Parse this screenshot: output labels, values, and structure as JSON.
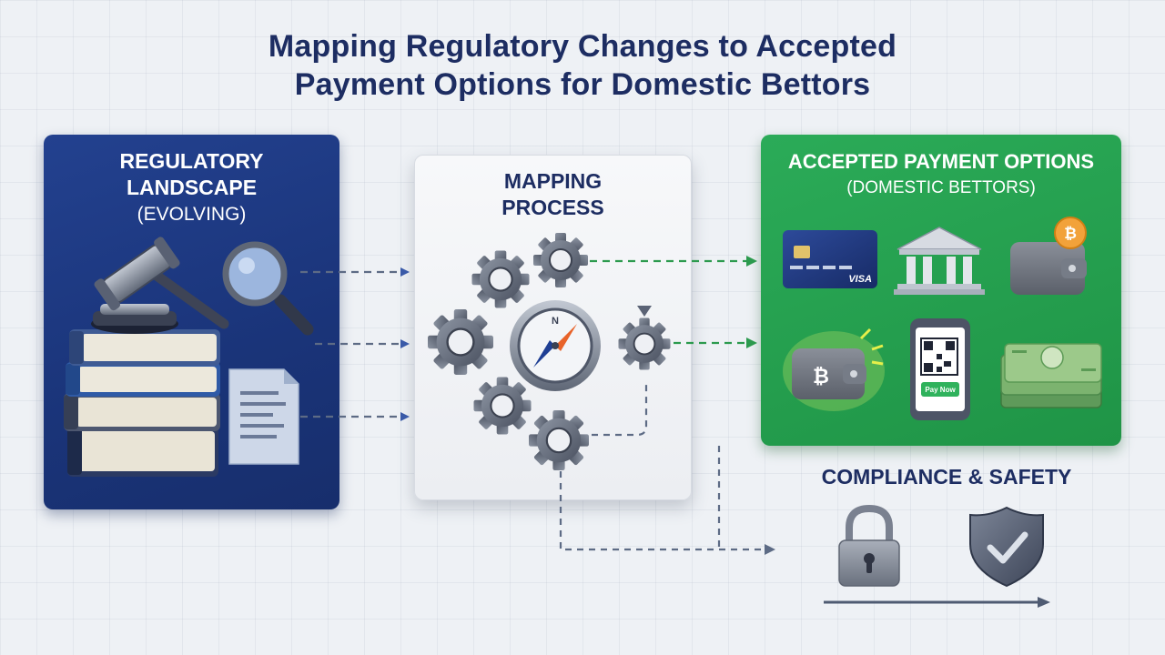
{
  "title": {
    "line1": "Mapping Regulatory Changes to Accepted",
    "line2": "Payment Options for Domestic Bettors"
  },
  "regulatory": {
    "heading_line1": "Regulatory",
    "heading_line2": "Landscape",
    "subheading": "(Evolving)",
    "icons": [
      "gavel-icon",
      "books-icon",
      "magnifier-icon",
      "document-icon"
    ]
  },
  "mapping": {
    "heading_line1": "Mapping",
    "heading_line2": "Process",
    "icons": [
      "gear-icon",
      "compass-icon"
    ]
  },
  "payments": {
    "heading": "Accepted Payment Options",
    "subheading": "(Domestic Bettors)",
    "card_brand": "VISA",
    "mobile_button": "Pay Now",
    "icons": [
      "credit-card-icon",
      "bank-icon",
      "wallet-bitcoin-icon",
      "crypto-wallet-icon",
      "mobile-qr-icon",
      "cash-icon"
    ]
  },
  "compliance": {
    "heading": "Compliance & Safety",
    "icons": [
      "padlock-icon",
      "shield-check-icon"
    ]
  },
  "colors": {
    "navy": "#1d2d62",
    "regulatory_blue": "#1f3a85",
    "payment_green": "#27a352",
    "arrow_gray": "#5d6b85",
    "arrow_blue": "#3a5aa8",
    "arrow_green": "#2c9a4e"
  }
}
